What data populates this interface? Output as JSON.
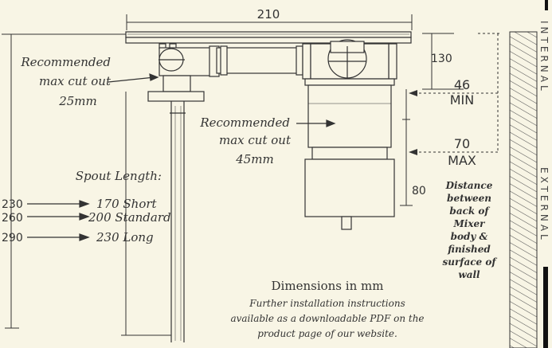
{
  "dimensions": {
    "top_width": "210",
    "depth_130": "130",
    "min_value": "46",
    "min_label": "MIN",
    "max_value": "70",
    "max_label": "MAX",
    "height_80": "80"
  },
  "notes": {
    "cutout_25_line1": "Recommended",
    "cutout_25_line2": "max cut out",
    "cutout_25_line3": "25mm",
    "cutout_45_line1": "Recommended",
    "cutout_45_line2": "max cut out",
    "cutout_45_line3": "45mm",
    "spout_title": "Spout Length:",
    "distance_lines": [
      "Distance",
      "between",
      "back of",
      "Mixer",
      "body &",
      "finished",
      "surface of",
      "wall"
    ]
  },
  "spout_options": [
    {
      "total": "230",
      "label": "170 Short"
    },
    {
      "total": "260",
      "label": "200 Standard"
    },
    {
      "total": "290",
      "label": "230 Long"
    }
  ],
  "footer": {
    "title": "Dimensions in mm",
    "line1": "Further installation instructions",
    "line2": "available as a downloadable PDF on the",
    "line3": "product page of our website."
  },
  "wall": {
    "internal": "INTERNAL",
    "external": "EXTERNAL"
  }
}
